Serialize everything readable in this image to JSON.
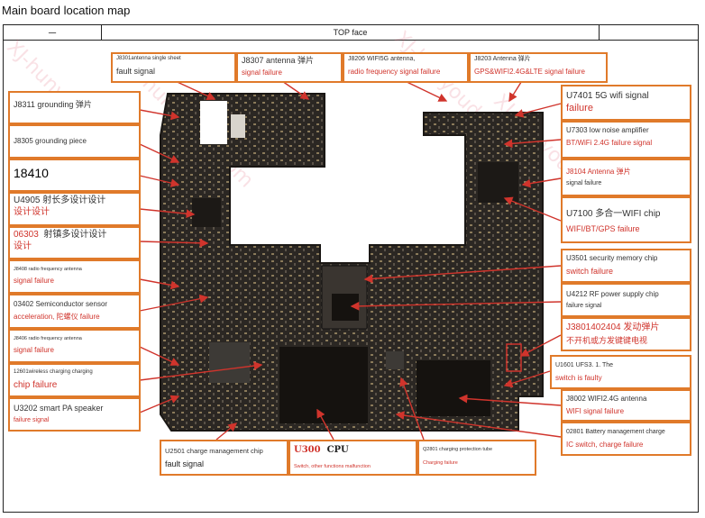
{
  "page_title": "Main board location map",
  "header": {
    "left": "一",
    "center": "TOP face",
    "right": ""
  },
  "watermark": "XJ-hunyoudo.com",
  "colors": {
    "border": "#e07a2a",
    "accent": "#d0342c",
    "arrow": "#d0342c",
    "board": "#2b2723"
  },
  "labels": {
    "j8301": {
      "title": "J8301antenna single sheet",
      "fault": "fault signal"
    },
    "j8307": {
      "title": "J8307 antenna 弹片",
      "fault": "signal failure"
    },
    "j8206": {
      "title": "J8206 WIFI5G antenna,",
      "fault": "radio frequency signal failure"
    },
    "j8203": {
      "title": "J8203 Antenna 弹片",
      "fault": "GPS&WIFI2.4G&LTE signal failure"
    },
    "j8311": {
      "title": "J8311 grounding 弹片"
    },
    "j8305": {
      "title": "J8305 grounding piece"
    },
    "n18410": {
      "title": "18410"
    },
    "u4905": {
      "title": "U4905 射长多设计设计",
      "fault": "设计设计"
    },
    "n06303": {
      "title": "06303",
      "title2": "射镇多设计设计",
      "fault": "设计"
    },
    "j8408": {
      "title": "J8408 radio frequency antenna",
      "fault": "signal failure"
    },
    "n03402": {
      "title": "03402 Semiconductor sensor",
      "fault": "acceleration, 陀螺仪 failure"
    },
    "j8406": {
      "title": "J8406 radio frequency antenna",
      "fault": "signal failure"
    },
    "n12601": {
      "title": "12601wireless charging charging",
      "fault": "chip failure"
    },
    "u3202": {
      "title": "U3202 smart PA speaker",
      "fault": "failure signal"
    },
    "u2501": {
      "title": "U2501 charge management chip",
      "fault": "fault signal"
    },
    "u300": {
      "title": "U300",
      "title2": "CPU",
      "fault": "Switch, other functions malfunction"
    },
    "n02801": {
      "title": "Q2801 charging protection tube",
      "fault": "Charging failure"
    },
    "u7401": {
      "title": "U7401 5G wifi signal",
      "fault": "failure"
    },
    "u7303": {
      "title": "U7303 low noise amplifier",
      "fault": "BT/WiFi 2.4G failure signal"
    },
    "j8104": {
      "title": "J8104 Antenna 弹片",
      "fault": "signal failure"
    },
    "u7100": {
      "title": "U7100 多合一WIFI chip",
      "fault": "WIFI/BT/GPS failure"
    },
    "u3501": {
      "title": "U3501 security memory chip",
      "fault": "switch failure"
    },
    "u4212": {
      "title": "U4212 RF power supply chip",
      "fault": "failure signal"
    },
    "j3801": {
      "title": "J3801402404 发动弹片",
      "fault": "不开机或方发键键电视"
    },
    "u1601": {
      "title": "U1601 UFS3. 1. The",
      "fault": "switch is faulty"
    },
    "j8002": {
      "title": "J8002 WIFI2.4G antenna",
      "fault": "WIFI signal failure"
    },
    "n02801b": {
      "title": "02801 Battery management charge",
      "fault": "IC switch, charge failure"
    }
  }
}
